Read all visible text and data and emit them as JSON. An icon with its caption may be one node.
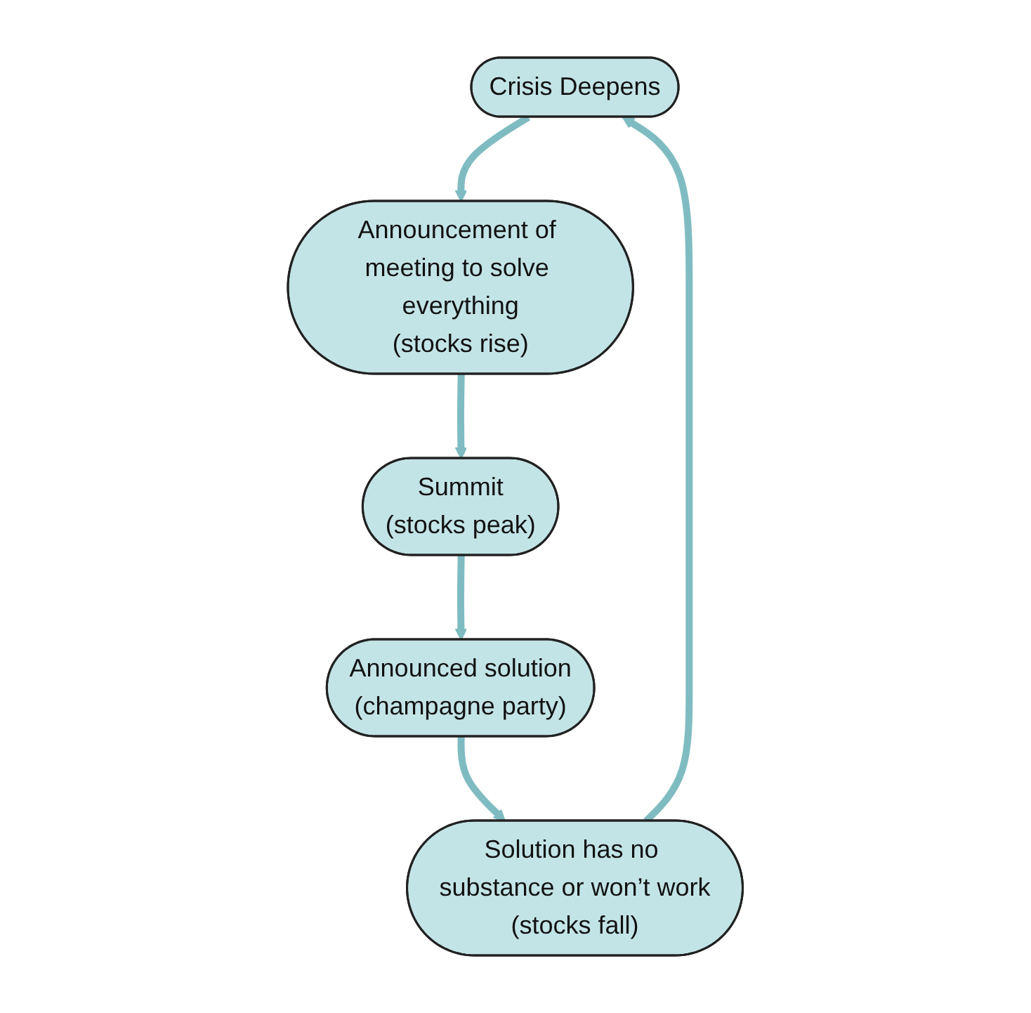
{
  "diagram": {
    "nodes": [
      {
        "text": [
          "Crisis Deepens"
        ]
      },
      {
        "text": [
          "Announcement of meeting to solve everything",
          "(stocks rise)"
        ]
      },
      {
        "text": [
          "Summit",
          "(stocks peak)"
        ]
      },
      {
        "text": [
          "Announced solution",
          "(champagne party)"
        ]
      },
      {
        "text": [
          "Solution has no substance or won’t work",
          "(stocks fall)"
        ]
      }
    ],
    "edges": [
      {
        "from": 0,
        "to": 1,
        "arrow": "to"
      },
      {
        "from": 1,
        "to": 2,
        "arrow": "to"
      },
      {
        "from": 2,
        "to": 3,
        "arrow": "to"
      },
      {
        "from": 3,
        "to": 4,
        "arrow": "to"
      },
      {
        "from": 4,
        "to": 0,
        "arrow": "to"
      }
    ]
  }
}
